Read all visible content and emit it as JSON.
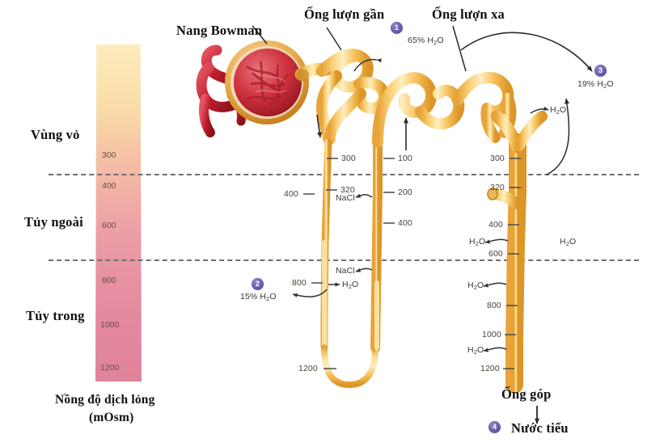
{
  "figure": {
    "title_labels": {
      "bowman_capsule": "Nang Bowman",
      "proximal_tubule": "Ống lượn gần",
      "distal_tubule": "Ống lượn xa",
      "collecting_duct": "Ống góp",
      "urine": "Nước tiểu"
    },
    "zones": [
      {
        "id": "cortex",
        "label": "Vùng vỏ"
      },
      {
        "id": "outer-medulla",
        "label": "Tủy ngoài"
      },
      {
        "id": "inner-medulla",
        "label": "Tủy trong"
      }
    ],
    "gradient_scale": {
      "caption_line1": "Nồng độ dịch lỏng",
      "caption_line2": "(mOsm)",
      "ticks": [
        "300",
        "400",
        "600",
        "800",
        "1000",
        "1200"
      ],
      "top_color": "#fdecbe",
      "bottom_color": "#e0839c"
    },
    "markers": [
      {
        "number": "1",
        "text": "65% H2O",
        "text_prefix": "65% H",
        "text_sub": "2",
        "text_suffix": "O"
      },
      {
        "number": "2",
        "text": "15% H2O",
        "text_prefix": "15% H",
        "text_sub": "2",
        "text_suffix": "O"
      },
      {
        "number": "3",
        "text": "19% H2O",
        "text_prefix": "19% H",
        "text_sub": "2",
        "text_suffix": "O"
      },
      {
        "number": "4",
        "text": "Nước tiểu"
      }
    ],
    "descending_limb_values": [
      "300",
      "320",
      "400",
      "800",
      "1200"
    ],
    "ascending_limb_values": [
      "100",
      "200",
      "400"
    ],
    "collecting_duct_values": [
      "300",
      "320",
      "400",
      "600",
      "800",
      "1000",
      "1200"
    ],
    "solute_labels": {
      "nacl": "NaCl",
      "water_prefix": "H",
      "water_sub": "2",
      "water_suffix": "O"
    },
    "nacl_count": 2,
    "water_arrow_count": 5
  }
}
